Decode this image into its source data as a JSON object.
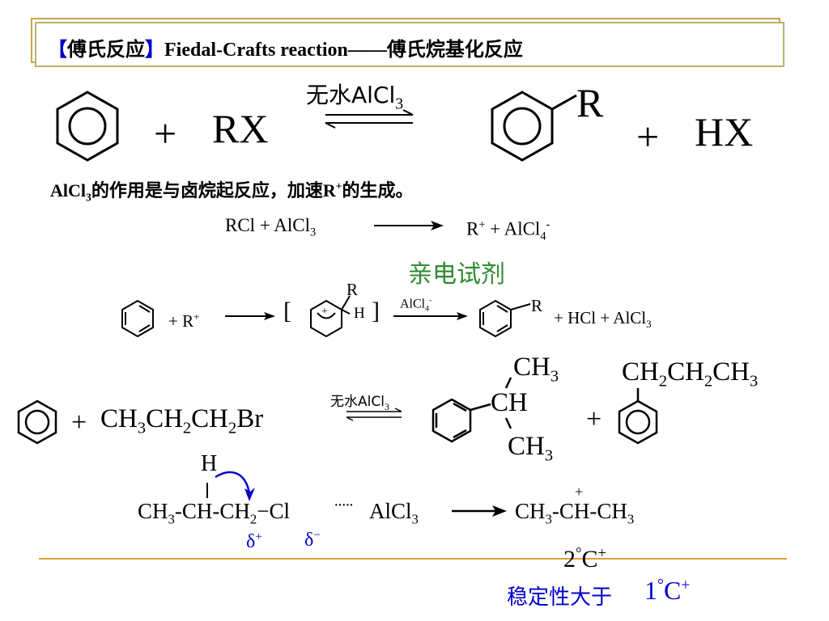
{
  "title": {
    "bracket_open": "【",
    "name_cn": "傅氏反应",
    "bracket_close": "】",
    "name_en": "Fiedal-Crafts reaction——傅氏烷基化反应"
  },
  "main_reaction": {
    "plus1": "+",
    "reagent": "RX",
    "catalyst": "无水AlCl",
    "catalyst_sub": "3",
    "product_sub": "R",
    "plus2": "+",
    "byproduct": "HX"
  },
  "note": {
    "alcl": "AlCl",
    "alcl_sub": "3",
    "text1": "的作用是与卤烷起反应，加速",
    "r": "R",
    "r_sup": "+",
    "text2": "的生成。"
  },
  "eq1": {
    "left": "RCl + AlCl",
    "left_sub": "3",
    "r": "R",
    "r_sup": "+",
    "right": " + AlCl",
    "right_sub": "4",
    "right_sup": "-"
  },
  "electrophile_label": "亲电试剂",
  "eq2": {
    "plus_r": "+ R",
    "plus_r_sup": "+",
    "bracket_l": "[",
    "bracket_r": "]",
    "sigma_r": "R",
    "sigma_h": "H",
    "sigma_charge": "+",
    "arrow_label": "AlCl",
    "arrow_label_sub": "4",
    "arrow_label_sup": "-",
    "product_r": "R",
    "tail": "+ HCl + AlCl",
    "tail_sub": "3"
  },
  "eq3": {
    "plus1": "+",
    "reagent_parts": [
      "CH",
      "3",
      "CH",
      "2",
      "CH",
      "2",
      "Br"
    ],
    "catalyst": "无水AlCl",
    "catalyst_sub": "3",
    "iso_ch3_top": "CH",
    "iso_ch3_top_sub": "3",
    "iso_ch": "CH",
    "iso_ch3_bot": "CH",
    "iso_ch3_bot_sub": "3",
    "plus2": "+",
    "propyl_parts": [
      "CH",
      "2",
      "CH",
      "2",
      "CH",
      "3"
    ]
  },
  "eq4": {
    "h": "H",
    "chain": [
      "CH",
      "3",
      "-CH-CH",
      "2",
      "−Cl"
    ],
    "dots": "·····",
    "alcl": "AlCl",
    "alcl_sub": "3",
    "delta_plus": "δ",
    "delta_plus_sup": "+",
    "delta_minus": "δ",
    "delta_minus_sup": "−",
    "product": [
      "CH",
      "3",
      "-CH-CH",
      "3"
    ],
    "product_charge": "+"
  },
  "stability": {
    "sec": "2",
    "sec_deg": "°",
    "sec_c": "C",
    "sec_sup": "+",
    "text": "稳定性大于",
    "prim": "1",
    "prim_deg": "°",
    "prim_c": "C",
    "prim_sup": "+"
  },
  "colors": {
    "title_bracket": "#0000cc",
    "electrophile": "#2e8b2e",
    "delta": "#0000cc",
    "arrow_curve": "#0000cc",
    "stability_text": "#0000cc",
    "rule": "#e0a030",
    "title_border": "#b5b56e"
  }
}
